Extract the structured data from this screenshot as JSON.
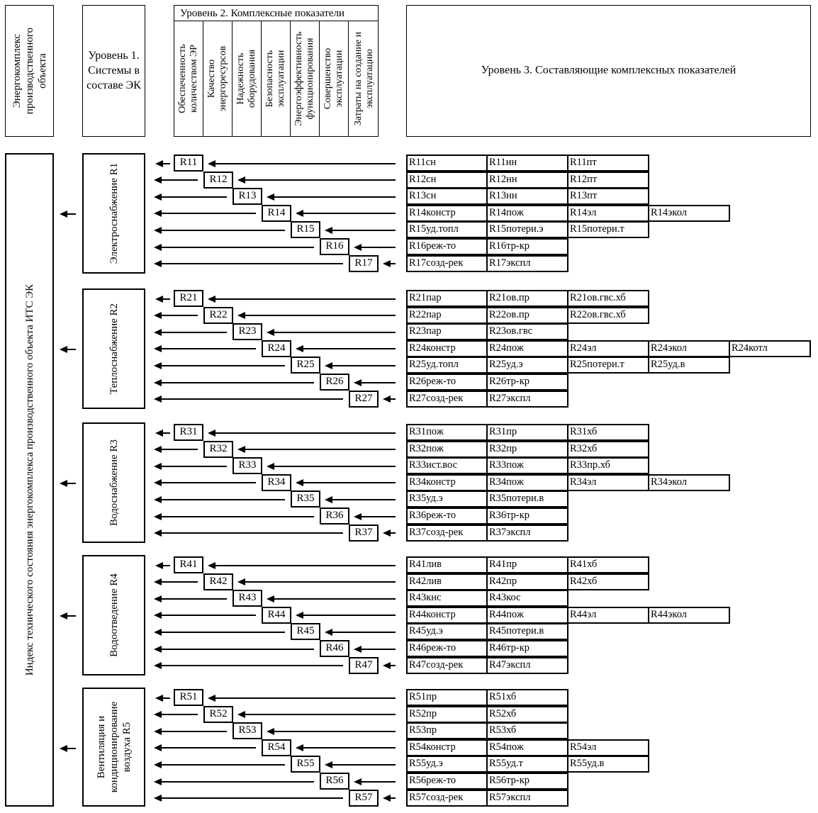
{
  "header": {
    "energy_complex_label": "Энергокомплекс производственного объекта",
    "level1_label": "Уровень 1. Системы в составе ЭК",
    "level2_title": "Уровень 2. Комплексные показатели",
    "level2_columns": [
      "Обеспеченность количеством ЭР",
      "Качество энергоресурсов",
      "Надежность оборудования",
      "Безопасность эксплуатации",
      "Энергоэффективность функционирования",
      "Совершенство эксплуатации",
      "Затраты на создание и эксплуатацию"
    ],
    "level3_label": "Уровень 3. Составляющие комплексных показателей"
  },
  "index_label": "Индекс технического состояния энергокомплекса производственного объекта ИТС ЭК",
  "groups": [
    {
      "system": "Электроснабжение R1",
      "rows": [
        {
          "id": "R11",
          "components": [
            "R11сн",
            "R11нн",
            "R11пт"
          ]
        },
        {
          "id": "R12",
          "components": [
            "R12сн",
            "R12нн",
            "R12пт"
          ]
        },
        {
          "id": "R13",
          "components": [
            "R13сн",
            "R13нн",
            "R13пт"
          ]
        },
        {
          "id": "R14",
          "components": [
            "R14констр",
            "R14пож",
            "R14эл",
            "R14экол"
          ]
        },
        {
          "id": "R15",
          "components": [
            "R15уд.топл",
            "R15потери.э",
            "R15потери.т"
          ]
        },
        {
          "id": "R16",
          "components": [
            "R16реж-то",
            "R16тр-кр"
          ]
        },
        {
          "id": "R17",
          "components": [
            "R17созд-рек",
            "R17экспл"
          ]
        }
      ]
    },
    {
      "system": "Теплоснабжение R2",
      "rows": [
        {
          "id": "R21",
          "components": [
            "R21пар",
            "R21ов.пр",
            "R21ов.гвс.хб"
          ]
        },
        {
          "id": "R22",
          "components": [
            "R22пар",
            "R22ов.пр",
            "R22ов.гвс.хб"
          ]
        },
        {
          "id": "R23",
          "components": [
            "R23пар",
            "R23ов.гвс"
          ]
        },
        {
          "id": "R24",
          "components": [
            "R24констр",
            "R24пож",
            "R24эл",
            "R24экол",
            "R24котл"
          ]
        },
        {
          "id": "R25",
          "components": [
            "R25уд.топл",
            "R25уд.э",
            "R25потери.т",
            "R25уд.в"
          ]
        },
        {
          "id": "R26",
          "components": [
            "R26реж-то",
            "R26тр-кр"
          ]
        },
        {
          "id": "R27",
          "components": [
            "R27созд-рек",
            "R27экспл"
          ]
        }
      ]
    },
    {
      "system": "Водоснабжение R3",
      "rows": [
        {
          "id": "R31",
          "components": [
            "R31пож",
            "R31пр",
            "R31хб"
          ]
        },
        {
          "id": "R32",
          "components": [
            "R32пож",
            "R32пр",
            "R32хб"
          ]
        },
        {
          "id": "R33",
          "components": [
            "R33ист.вос",
            "R33пож",
            "R33пр.хб"
          ]
        },
        {
          "id": "R34",
          "components": [
            "R34констр",
            "R34пож",
            "R34эл",
            "R34экол"
          ]
        },
        {
          "id": "R35",
          "components": [
            "R35уд.э",
            "R35потери.в"
          ]
        },
        {
          "id": "R36",
          "components": [
            "R36реж-то",
            "R36тр-кр"
          ]
        },
        {
          "id": "R37",
          "components": [
            "R37созд-рек",
            "R37экспл"
          ]
        }
      ]
    },
    {
      "system": "Водоотведение R4",
      "rows": [
        {
          "id": "R41",
          "components": [
            "R41лив",
            "R41пр",
            "R41хб"
          ]
        },
        {
          "id": "R42",
          "components": [
            "R42лив",
            "R42пр",
            "R42хб"
          ]
        },
        {
          "id": "R43",
          "components": [
            "R43кнс",
            "R43кос"
          ]
        },
        {
          "id": "R44",
          "components": [
            "R44констр",
            "R44пож",
            "R44эл",
            "R44экол"
          ]
        },
        {
          "id": "R45",
          "components": [
            "R45уд.э",
            "R45потери.в"
          ]
        },
        {
          "id": "R46",
          "components": [
            "R46реж-то",
            "R46тр-кр"
          ]
        },
        {
          "id": "R47",
          "components": [
            "R47созд-рек",
            "R47экспл"
          ]
        }
      ]
    },
    {
      "system": "Вентиляция и кондиционирование воздуха R5",
      "rows": [
        {
          "id": "R51",
          "components": [
            "R51пр",
            "R51хб"
          ]
        },
        {
          "id": "R52",
          "components": [
            "R52пр",
            "R52хб"
          ]
        },
        {
          "id": "R53",
          "components": [
            "R53пр",
            "R53хб"
          ]
        },
        {
          "id": "R54",
          "components": [
            "R54констр",
            "R54пож",
            "R54эл"
          ]
        },
        {
          "id": "R55",
          "components": [
            "R55уд.э",
            "R55уд.т",
            "R55уд.в"
          ]
        },
        {
          "id": "R56",
          "components": [
            "R56реж-то",
            "R56тр-кр"
          ]
        },
        {
          "id": "R57",
          "components": [
            "R57созд-рек",
            "R57экспл"
          ]
        }
      ]
    }
  ]
}
